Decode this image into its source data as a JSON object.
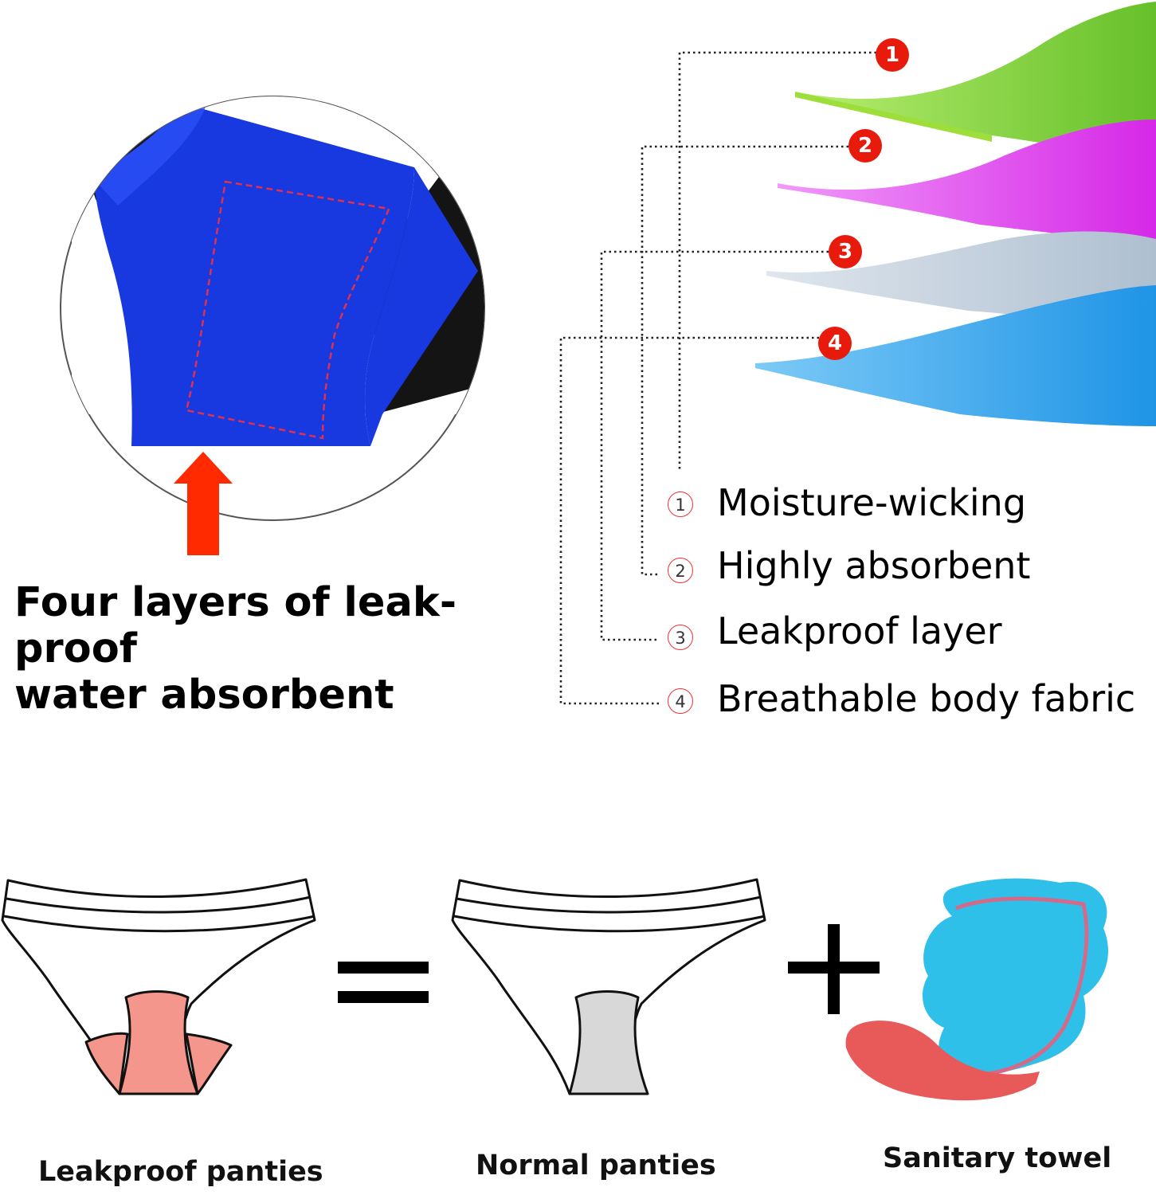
{
  "headline": {
    "line1": "Four layers of leak-proof",
    "line2": "water absorbent"
  },
  "layers": [
    {
      "badge": "1",
      "num": "1",
      "label": "Moisture-wicking",
      "color": "#78d23a",
      "icon": "moisture-wicking-layer"
    },
    {
      "badge": "2",
      "num": "2",
      "label": "Highly absorbent",
      "color": "#e040f0",
      "icon": "absorbent-layer"
    },
    {
      "badge": "3",
      "num": "3",
      "label": "Leakproof layer",
      "color": "#b8c8d8",
      "icon": "leakproof-layer"
    },
    {
      "badge": "4",
      "num": "4",
      "label": "Breathable body fabric",
      "color": "#3aa8ec",
      "icon": "fabric-layer"
    }
  ],
  "equation": {
    "left": "Leakproof panties",
    "middle": "Normal panties",
    "right": "Sanitary towel"
  },
  "colors": {
    "badge": "#e81a0c",
    "arrow": "#ff2a00",
    "panty_blue": "#1838e0",
    "leakproof_gusset": "#f4968c",
    "normal_gusset": "#d8d8d8"
  }
}
